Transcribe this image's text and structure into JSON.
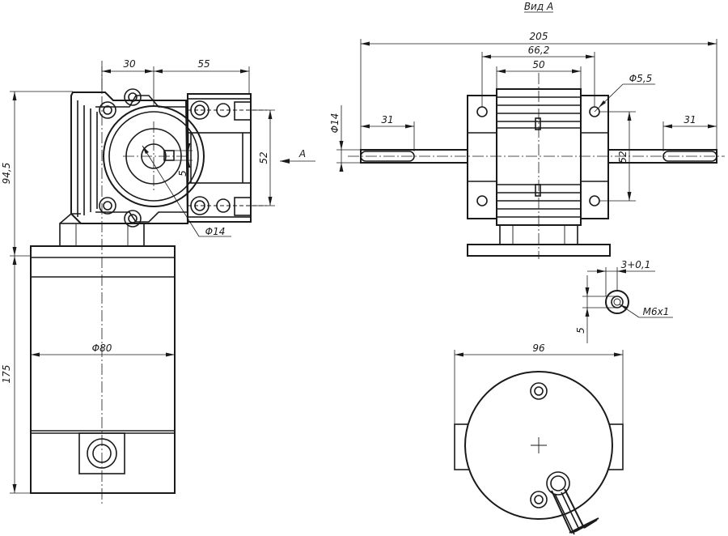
{
  "view_title": "Вид А",
  "view_marker": "А",
  "dimensions": {
    "d_30": "30",
    "d_55": "55",
    "d_94_5": "94,5",
    "d_52_left": "52",
    "d_5_left": "5",
    "d_phi14_left": "Φ14",
    "d_phi80": "Φ80",
    "d_175": "175",
    "d_205": "205",
    "d_66_2": "66,2",
    "d_50": "50",
    "d_phi5_5": "Φ5,5",
    "d_phi14_right": "Φ14",
    "d_31_left": "31",
    "d_31_right": "31",
    "d_52_right": "52",
    "d_3_0_1": "3+0,1",
    "d_m6x1": "M6x1",
    "d_5_detail": "5",
    "d_96": "96"
  }
}
